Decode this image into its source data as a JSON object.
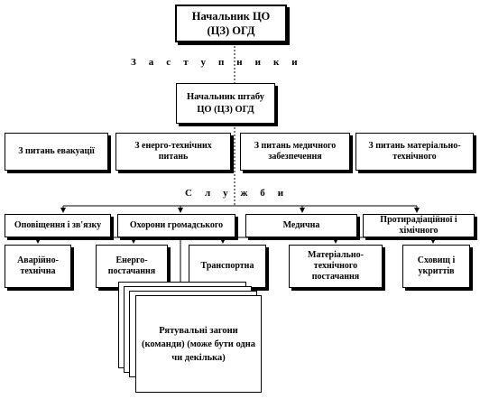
{
  "top": {
    "head": "Начальник ЦО (ЦЗ) ОГД"
  },
  "deputies_label": "Заступники",
  "staff_head": "Начальник штабу ЦО (ЦЗ) ОГД",
  "deputies": [
    "З питань евакуації",
    "З енерго-технічних питань",
    "З питань медичного забезпечення",
    "З питань матеріально-технічного"
  ],
  "services_label": "Служби",
  "services": [
    "Оповіщення і зв'язку",
    "Охорони громадського",
    "Медична",
    "Протирадіаційної і хімічного"
  ],
  "subservices": [
    "Аварійно-технічна",
    "Енерго-постачання",
    "Транспортна",
    "Матеріально-технічного постачання",
    "Сховищ і укриттів"
  ],
  "rescue": "Рятувальні загони (команди) (може бути одна чи декілька)"
}
